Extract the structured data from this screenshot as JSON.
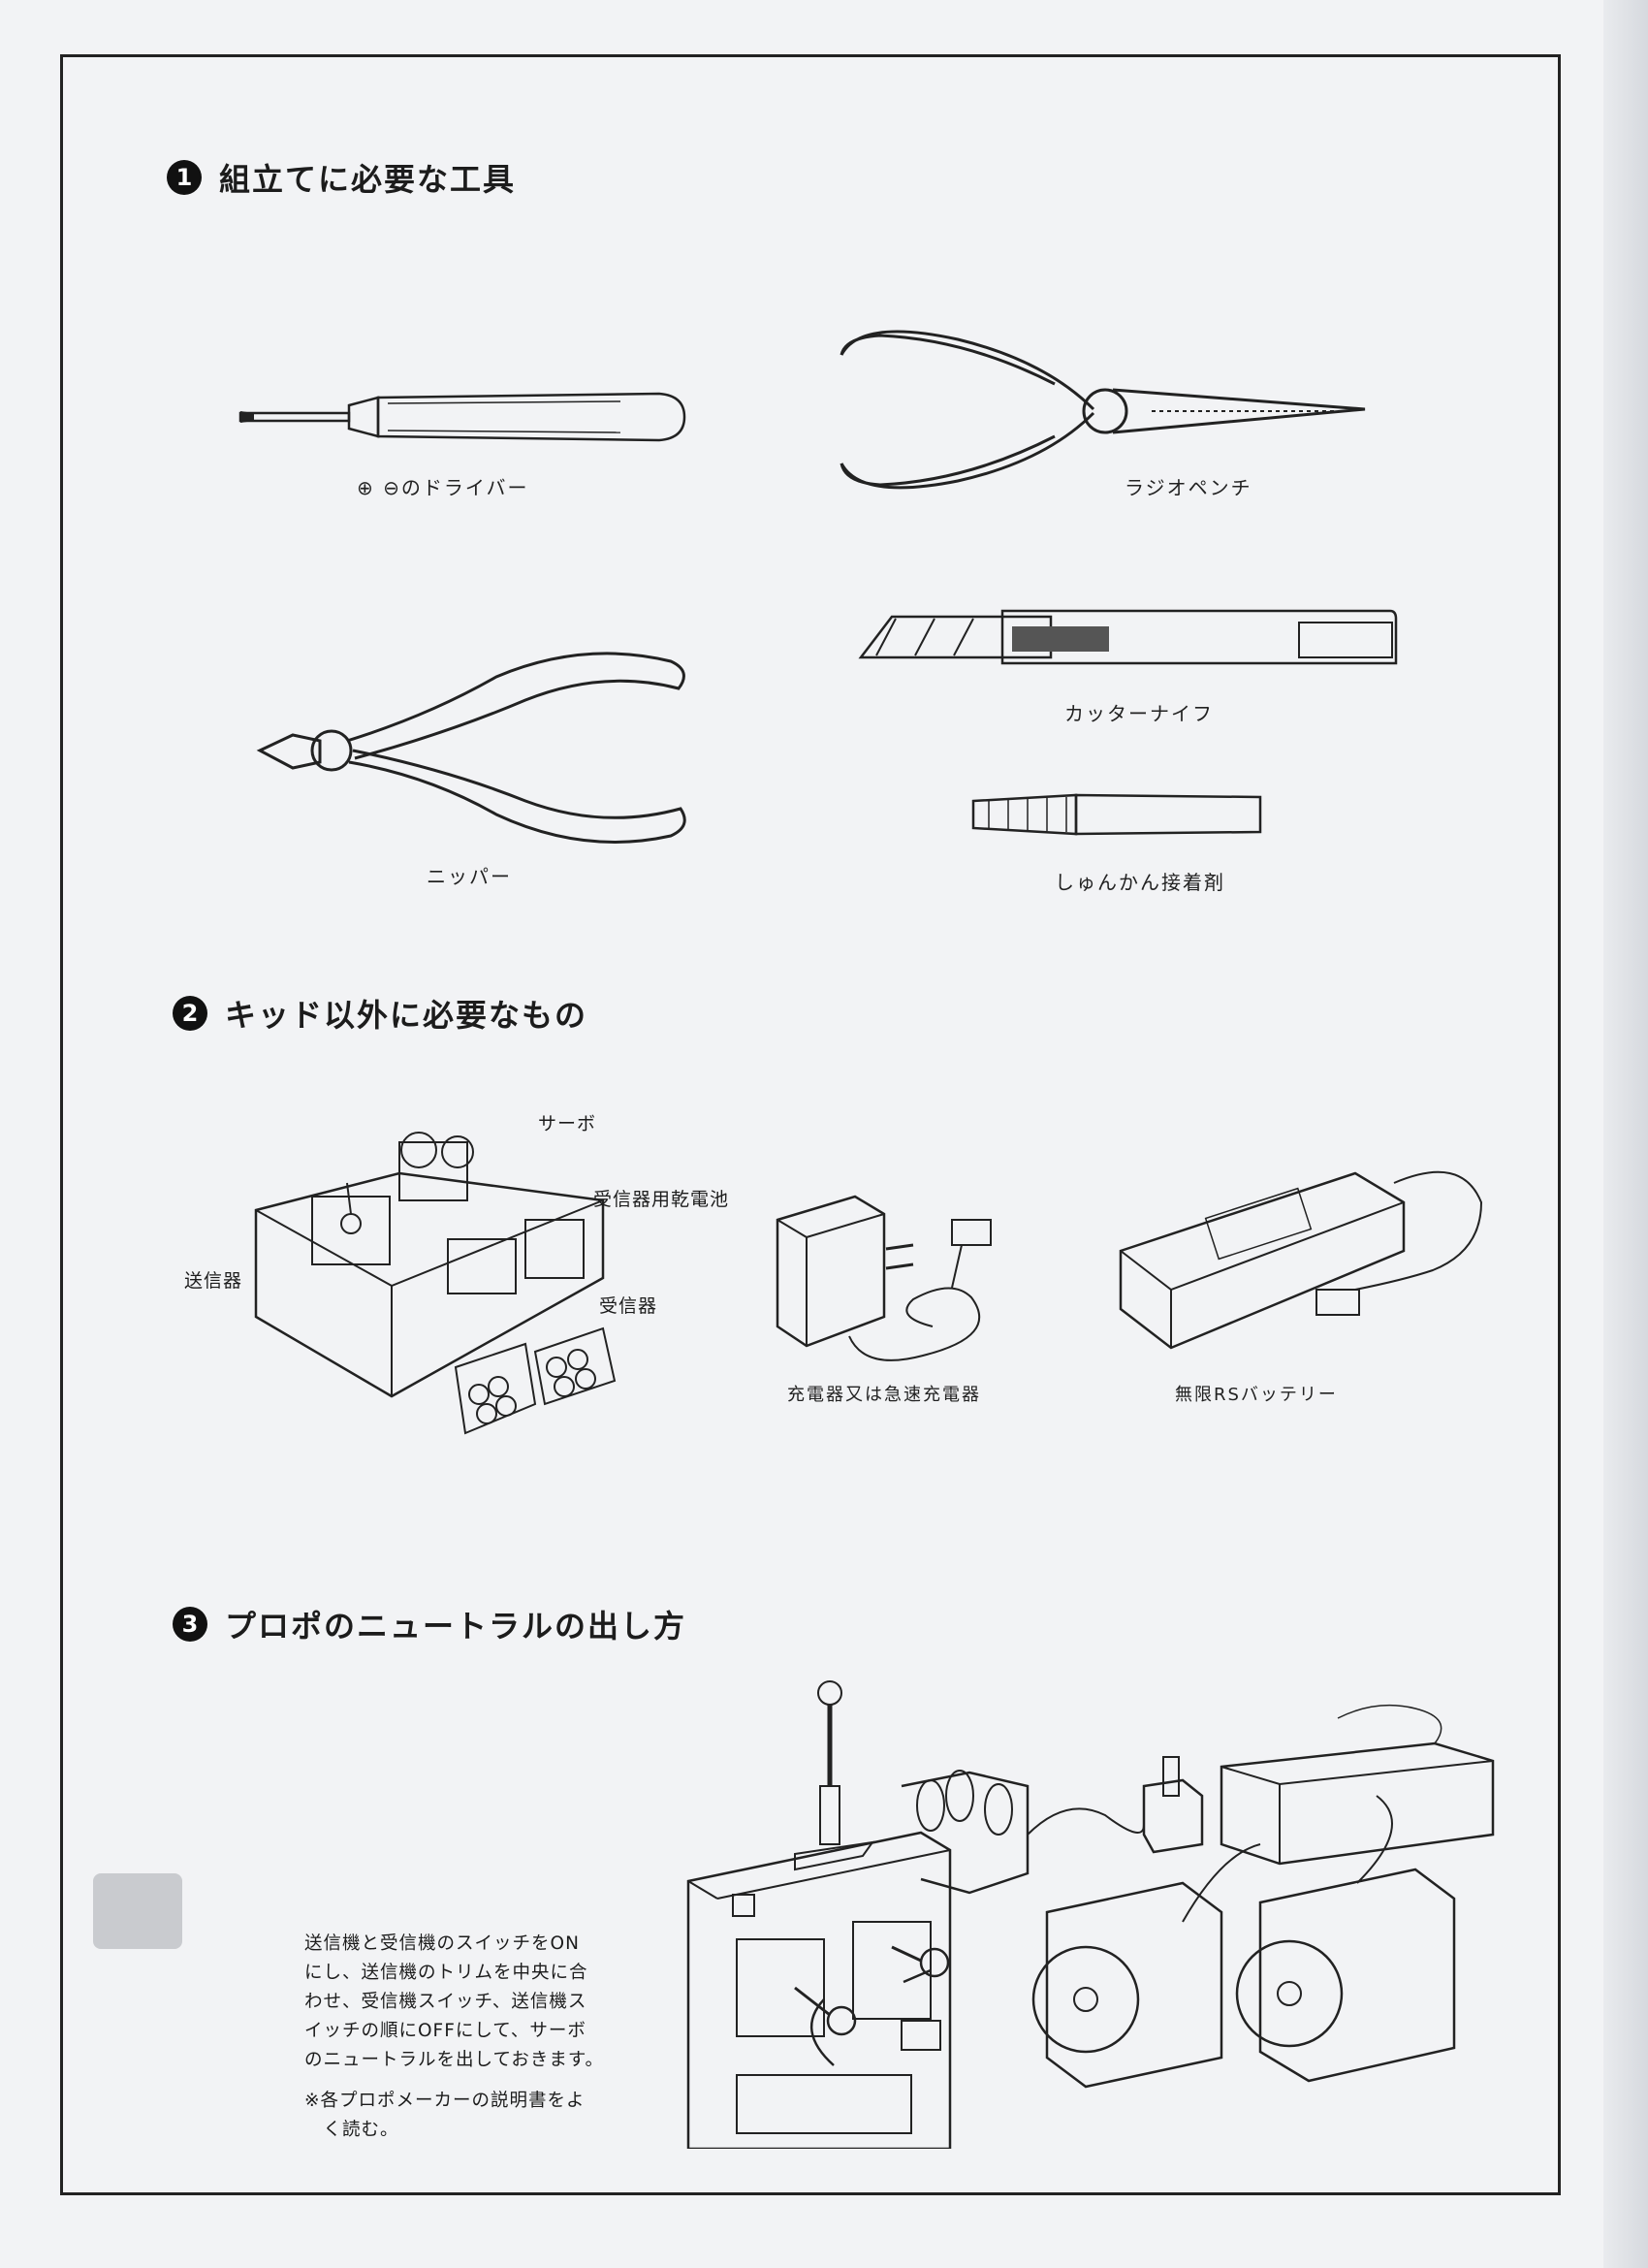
{
  "section1": {
    "number": "1",
    "title": "組立てに必要な工具",
    "tools": {
      "screwdriver": "⊕ ⊖のドライバー",
      "radio_pliers": "ラジオペンチ",
      "cutter_knife": "カッターナイフ",
      "nipper": "ニッパー",
      "glue": "しゅんかん接着剤"
    }
  },
  "section2": {
    "number": "2",
    "title": "キッド以外に必要なもの",
    "callouts": {
      "servo": "サーボ",
      "receiver_battery": "受信器用乾電池",
      "transmitter": "送信器",
      "receiver": "受信器"
    },
    "charger": "充電器又は急速充電器",
    "battery": "無限RSバッテリー"
  },
  "section3": {
    "number": "3",
    "title": "プロポのニュートラルの出し方",
    "instructions": [
      "送信機と受信機のスイッチをON",
      "にし、送信機のトリムを中央に合",
      "わせ、受信機スイッチ、送信機ス",
      "イッチの順にOFFにして、サーボ",
      "のニュートラルを出しておきます。"
    ],
    "note": [
      "※各プロポメーカーの説明書をよ",
      "　く読む。"
    ]
  }
}
